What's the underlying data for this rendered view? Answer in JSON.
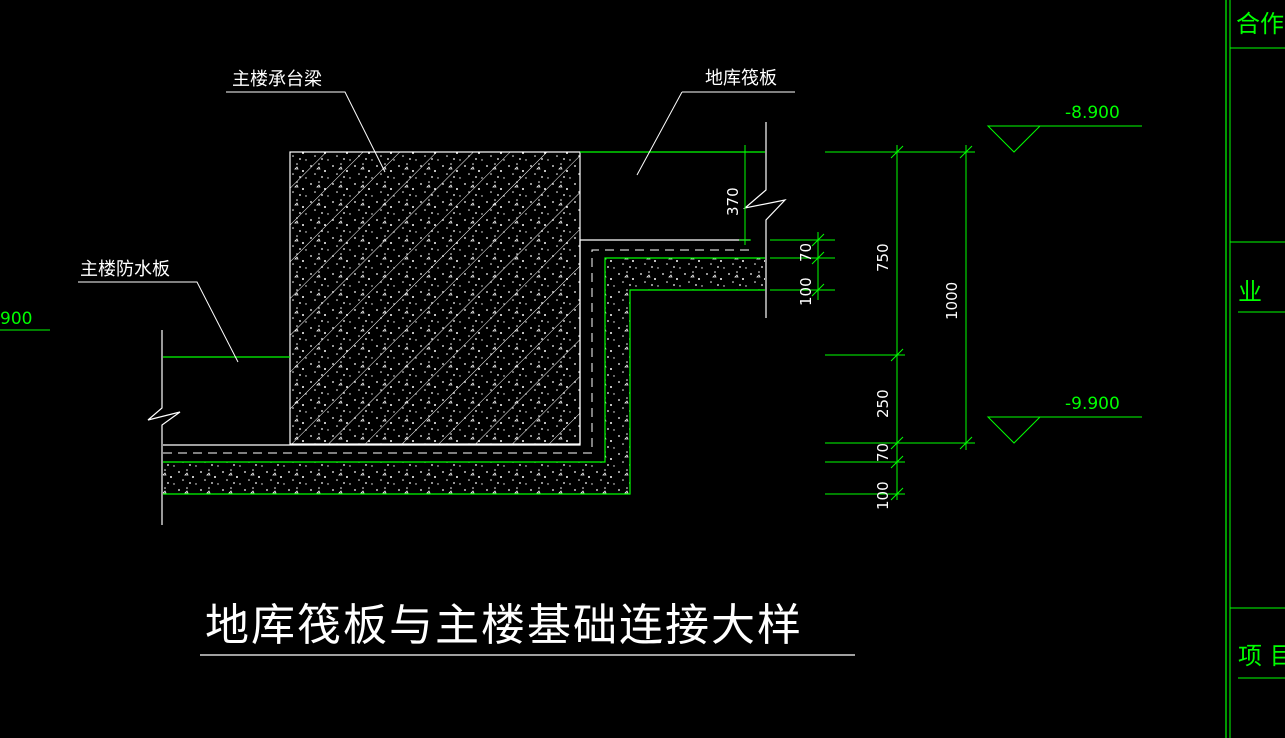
{
  "drawing": {
    "title": "地库筏板与主楼基础连接大样",
    "labels": {
      "beam": "主楼承台梁",
      "raft": "地库筏板",
      "waterproof": "主楼防水板"
    },
    "elevations": {
      "top": "-8.900",
      "bottom": "-9.900",
      "left_partial": "900"
    },
    "dims_left": {
      "d370": "370",
      "d70": "70",
      "d100": "100"
    },
    "dims_right": {
      "d750": "750",
      "d250": "250",
      "d70": "70",
      "d100": "100",
      "d1000": "1000"
    }
  },
  "title_block": {
    "cell1": "合作设",
    "cell2": "业",
    "cell3": "项 目"
  },
  "colors": {
    "line": "#00ff00",
    "outline": "#ffffff",
    "background": "#000000"
  }
}
